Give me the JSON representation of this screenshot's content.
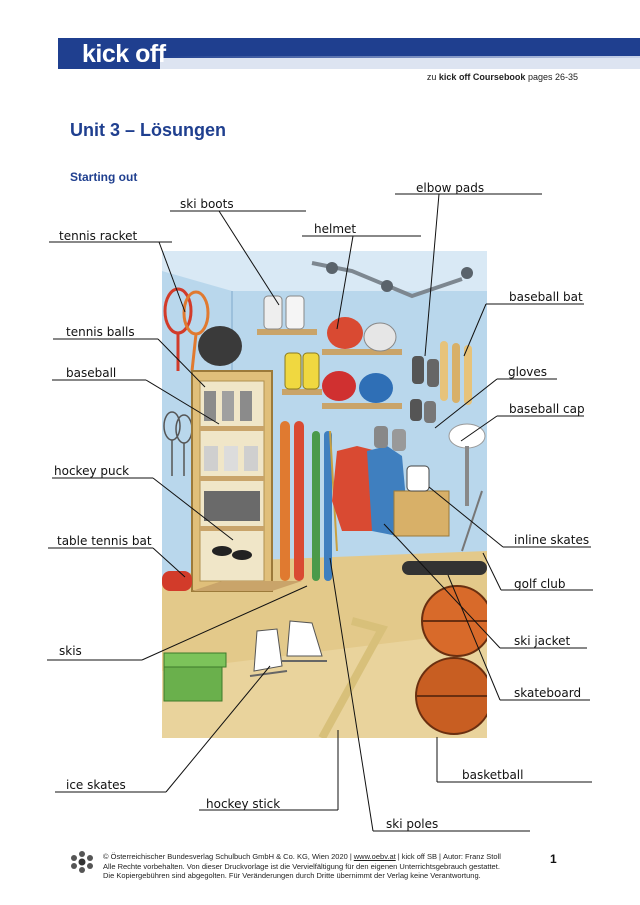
{
  "header": {
    "brand": "kick off",
    "reference_prefix": "zu",
    "reference_bold": "kick off Coursebook",
    "reference_suffix": "pages 26-35"
  },
  "title": "Unit 3 – Lösungen",
  "section": "Starting out",
  "labels": {
    "ski_boots": "ski boots",
    "elbow_pads": "elbow pads",
    "tennis_racket": "tennis racket",
    "helmet": "helmet",
    "baseball_bat": "baseball bat",
    "tennis_balls": "tennis balls",
    "baseball": "baseball",
    "gloves": "gloves",
    "baseball_cap": "baseball cap",
    "hockey_puck": "hockey puck",
    "table_tennis_bat": "table tennis bat",
    "inline_skates": "inline skates",
    "golf_club": "golf club",
    "ski_jacket": "ski jacket",
    "skis": "skis",
    "skateboard": "skateboard",
    "basketball": "basketball",
    "ice_skates": "ice skates",
    "hockey_stick": "hockey stick",
    "ski_poles": "ski poles"
  },
  "footer": {
    "line1_a": "© Österreichischer Bundesverlag Schulbuch GmbH & Co. KG, Wien 2020",
    "line1_link": "www.oebv.at",
    "line1_b": "kick off SB",
    "line1_c": "Autor: Franz Stoll",
    "line2": "Alle Rechte vorbehalten. Von dieser Druckvorlage ist die Vervielfältigung für den eigenen Unterrichtsgebrauch gestattet.",
    "line3": "Die Kopiergebühren sind abgegolten. Für Veränderungen durch Dritte übernimmt der Verlag keine Verantwortung.",
    "page_number": "1"
  },
  "colors": {
    "brand_blue": "#1f3f8f",
    "wall": "#b9d7ec",
    "floor": "#e3c98a"
  }
}
